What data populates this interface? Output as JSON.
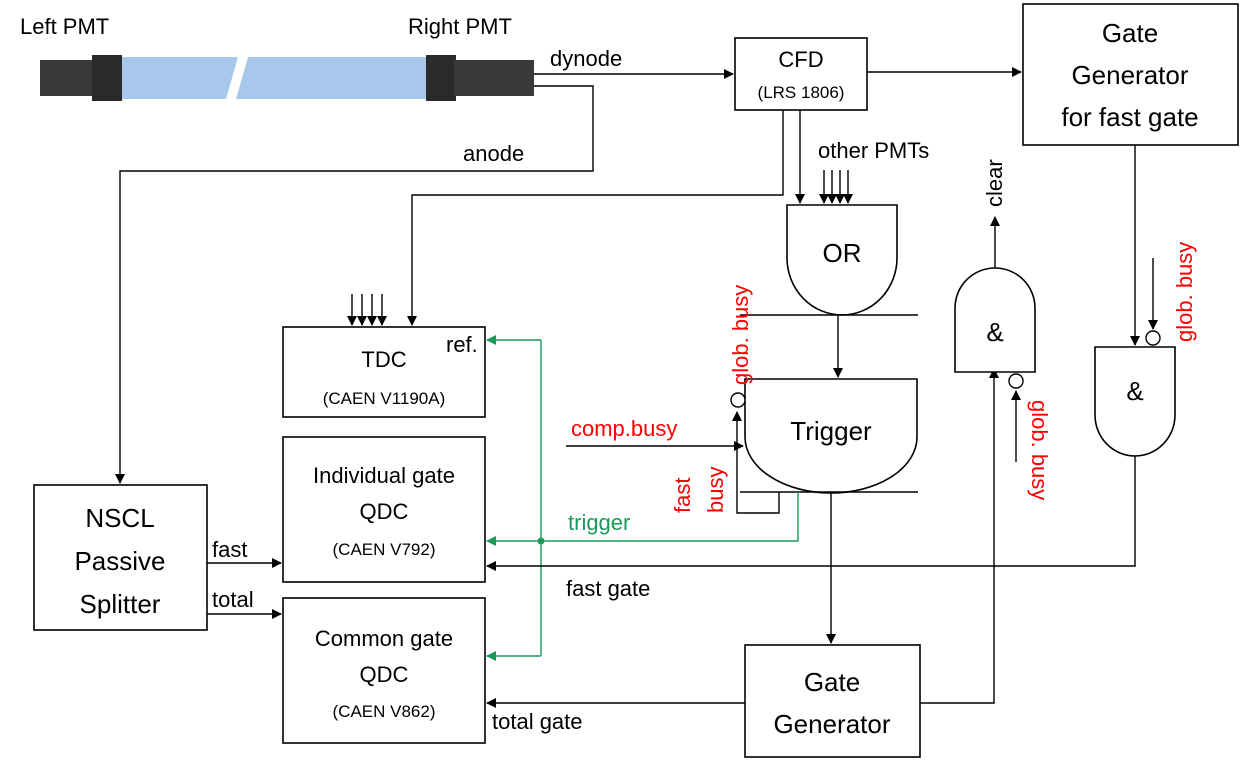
{
  "labels": {
    "left_pmt": "Left PMT",
    "right_pmt": "Right PMT",
    "dynode": "dynode",
    "anode": "anode",
    "other_pmts": "other PMTs",
    "clear": "clear",
    "glob_busy": "glob. busy",
    "comp_busy": "comp.busy",
    "fast_busy_1": "fast",
    "fast_busy_2": "busy",
    "trigger": "trigger",
    "fast": "fast",
    "total": "total",
    "fast_gate": "fast gate",
    "total_gate": "total gate",
    "ref": "ref."
  },
  "boxes": {
    "cfd": {
      "line1": "CFD",
      "line2": "(LRS 1806)"
    },
    "gate_gen_fast": {
      "line1": "Gate",
      "line2": "Generator",
      "line3": "for fast gate"
    },
    "tdc": {
      "line1": "TDC",
      "line2": "(CAEN V1190A)"
    },
    "indiv_qdc": {
      "line1": "Individual gate",
      "line2": "QDC",
      "line3": "(CAEN V792)"
    },
    "common_qdc": {
      "line1": "Common gate",
      "line2": "QDC",
      "line3": "(CAEN V862)"
    },
    "splitter": {
      "line1": "NSCL",
      "line2": "Passive",
      "line3": "Splitter"
    },
    "gate_gen": {
      "line1": "Gate",
      "line2": "Generator"
    }
  },
  "gates": {
    "or": "OR",
    "trigger": "Trigger",
    "and_1": "&",
    "and_2": "&"
  },
  "colors": {
    "signal": "#000000",
    "busy": "#ff0000",
    "trigger_line": "#1a9a5a",
    "pmt_body": "#3a3a3a",
    "scintillator": "#a7c8ea"
  }
}
